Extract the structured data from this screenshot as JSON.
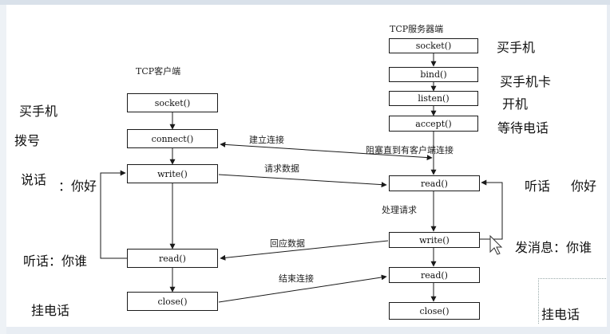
{
  "client": {
    "title": "TCP客户端",
    "boxes": [
      "socket()",
      "connect()",
      "write()",
      "read()",
      "close()"
    ]
  },
  "server": {
    "title": "TCP服务器端",
    "boxes": [
      "socket()",
      "bind()",
      "listen()",
      "accept()",
      "read()",
      "write()",
      "read()",
      "close()"
    ]
  },
  "flows": {
    "connect": "建立连接",
    "block": "阻塞直到有客户端连接",
    "request": "请求数据",
    "process": "处理请求",
    "reply": "回应数据",
    "end": "结束连接"
  },
  "left_notes": {
    "buy_phone": "买手机",
    "dial": "拨号",
    "speak": "说话",
    "hello": "：你好",
    "listen_who": "听话：你谁",
    "hang_up": "挂电话"
  },
  "right_notes": {
    "buy_phone": "买手机",
    "buy_card": "买手机卡",
    "power_on": "开机",
    "wait_call": "等待电话",
    "listen": "听话",
    "hello": "你好",
    "send_msg": "发消息：你谁",
    "hang_up": "挂电话"
  }
}
